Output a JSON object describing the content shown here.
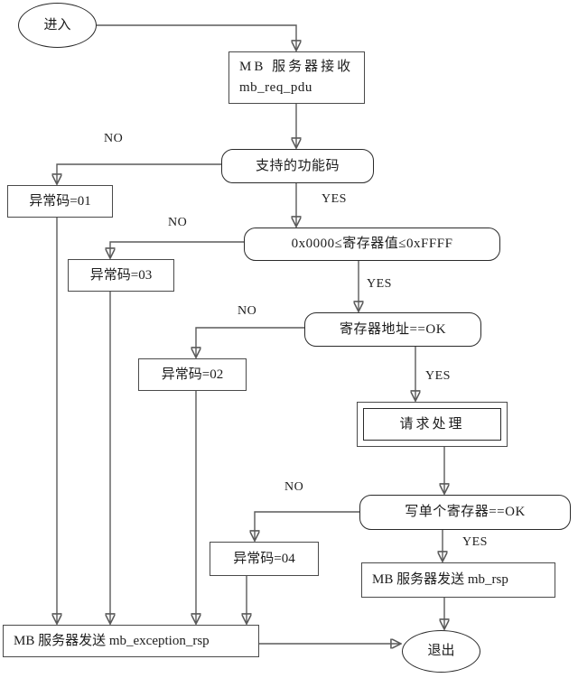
{
  "diagram": {
    "nodes": {
      "enter": {
        "label": "进入"
      },
      "receive": {
        "line1": "MB 服务器接收",
        "line2": "mb_req_pdu"
      },
      "func_check": {
        "label": "支持的功能码"
      },
      "exc01": {
        "label": "异常码=01"
      },
      "range_check": {
        "label": "0x0000≤寄存器值≤0xFFFF"
      },
      "exc03": {
        "label": "异常码=03"
      },
      "addr_check": {
        "label": "寄存器地址==OK"
      },
      "exc02": {
        "label": "异常码=02"
      },
      "process": {
        "label": "请求处理"
      },
      "write_check": {
        "label": "写单个寄存器==OK"
      },
      "exc04": {
        "label": "异常码=04"
      },
      "send_rsp": {
        "label": "MB 服务器发送 mb_rsp"
      },
      "send_exception": {
        "label": "MB 服务器发送 mb_exception_rsp"
      },
      "exit": {
        "label": "退出"
      }
    },
    "labels": {
      "no": "NO",
      "yes": "YES"
    },
    "colors": {
      "line": "#5a5a5a",
      "arrow": "#141414",
      "box_border": "#4a4a4a",
      "shape_border": "#2a2a2a",
      "text": "#1c1c1c",
      "background": "#ffffff"
    }
  }
}
